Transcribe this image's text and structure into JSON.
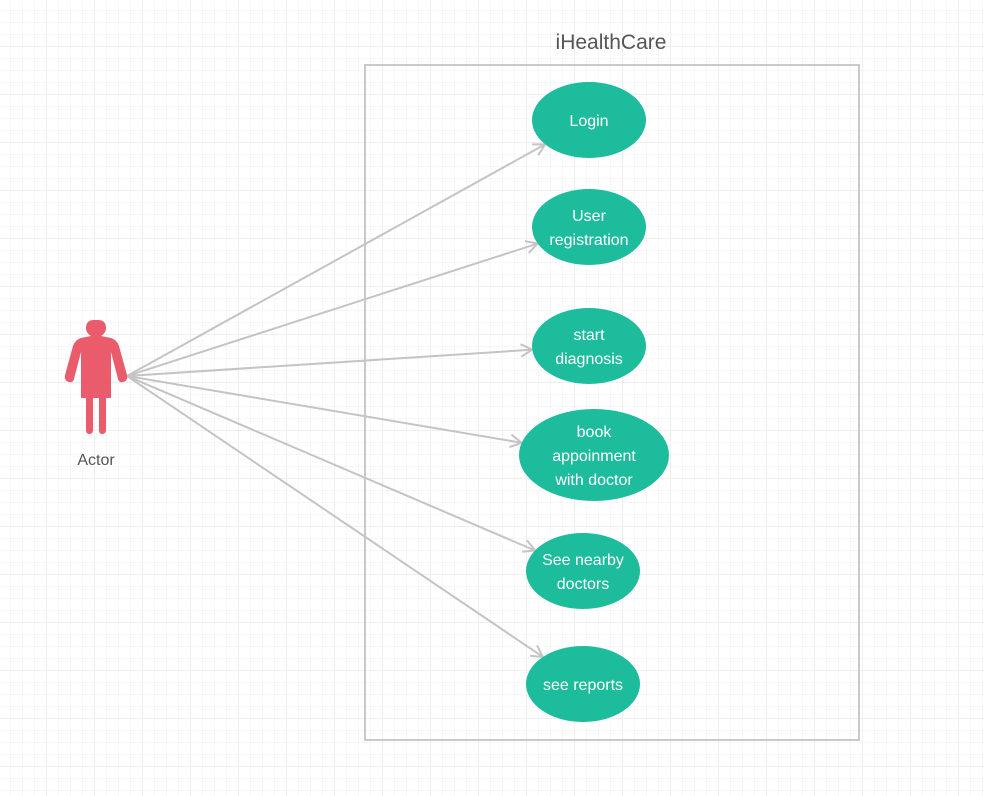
{
  "diagram": {
    "system_title": "iHealthCare",
    "actor_label": "Actor",
    "colors": {
      "use_case_fill": "#1dbc9c",
      "actor_fill": "#ea5c6b",
      "line": "#c4c4c4",
      "boundary": "#c9c9c9"
    },
    "use_cases": [
      {
        "lines": [
          "Login"
        ]
      },
      {
        "lines": [
          "User",
          "registration"
        ]
      },
      {
        "lines": [
          "start",
          "diagnosis"
        ]
      },
      {
        "lines": [
          "book",
          "appoinment",
          "with doctor"
        ]
      },
      {
        "lines": [
          "See nearby",
          "doctors"
        ]
      },
      {
        "lines": [
          "see reports"
        ]
      }
    ]
  }
}
